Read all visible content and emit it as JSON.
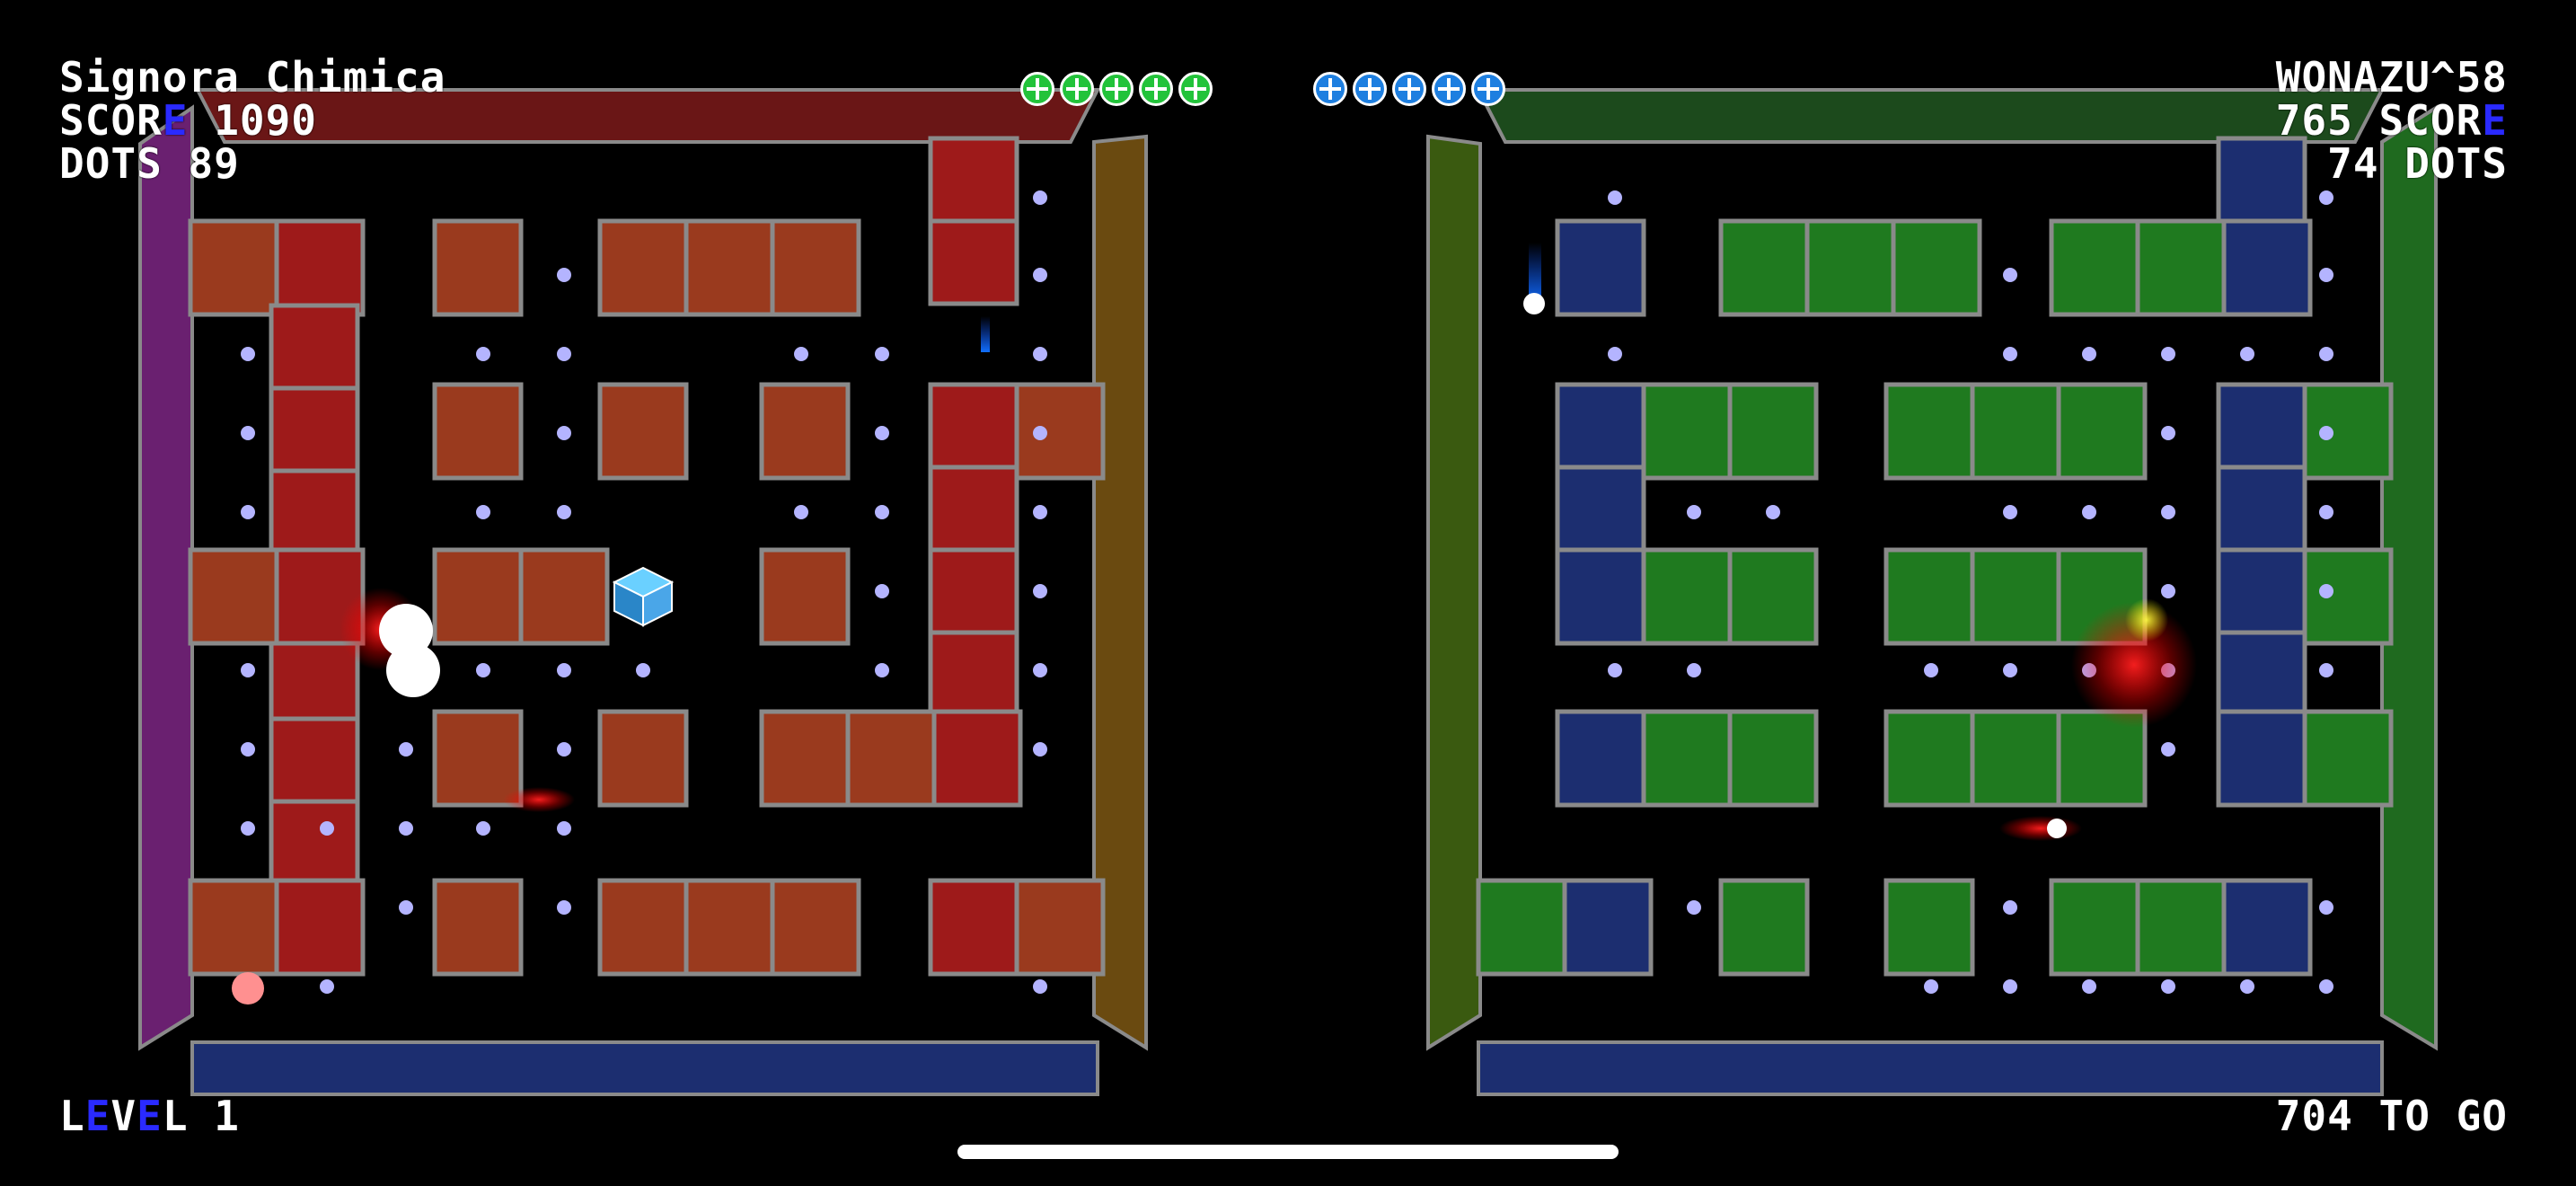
{
  "player1": {
    "name": "Signora Chimica",
    "score_label": "SCORE",
    "score": "1090",
    "dots_label": "DOTS",
    "dots": "89",
    "lives": 5,
    "life_color": "#22c33a"
  },
  "player2": {
    "name": "WONAZU^58",
    "score_label": "SCORE",
    "score": "765",
    "dots_label": "DOTS",
    "dots": "74",
    "lives": 5,
    "life_color": "#1e7fe0"
  },
  "footer": {
    "level_label": "LEVEL",
    "level": "1",
    "to_go": "704",
    "to_go_label": "TO GO"
  },
  "colors": {
    "red_wall": "#9a3a1e",
    "crimson_wall": "#9e1a1a",
    "green_wall": "#1f7a1f",
    "navy_wall": "#1c2e70",
    "dot": "#b4b4ff",
    "edge": "#8a8a8a",
    "score_accent": "#2a2aff"
  },
  "icons": [
    "life-icon",
    "cube-powerup-icon",
    "ghost-icon"
  ]
}
